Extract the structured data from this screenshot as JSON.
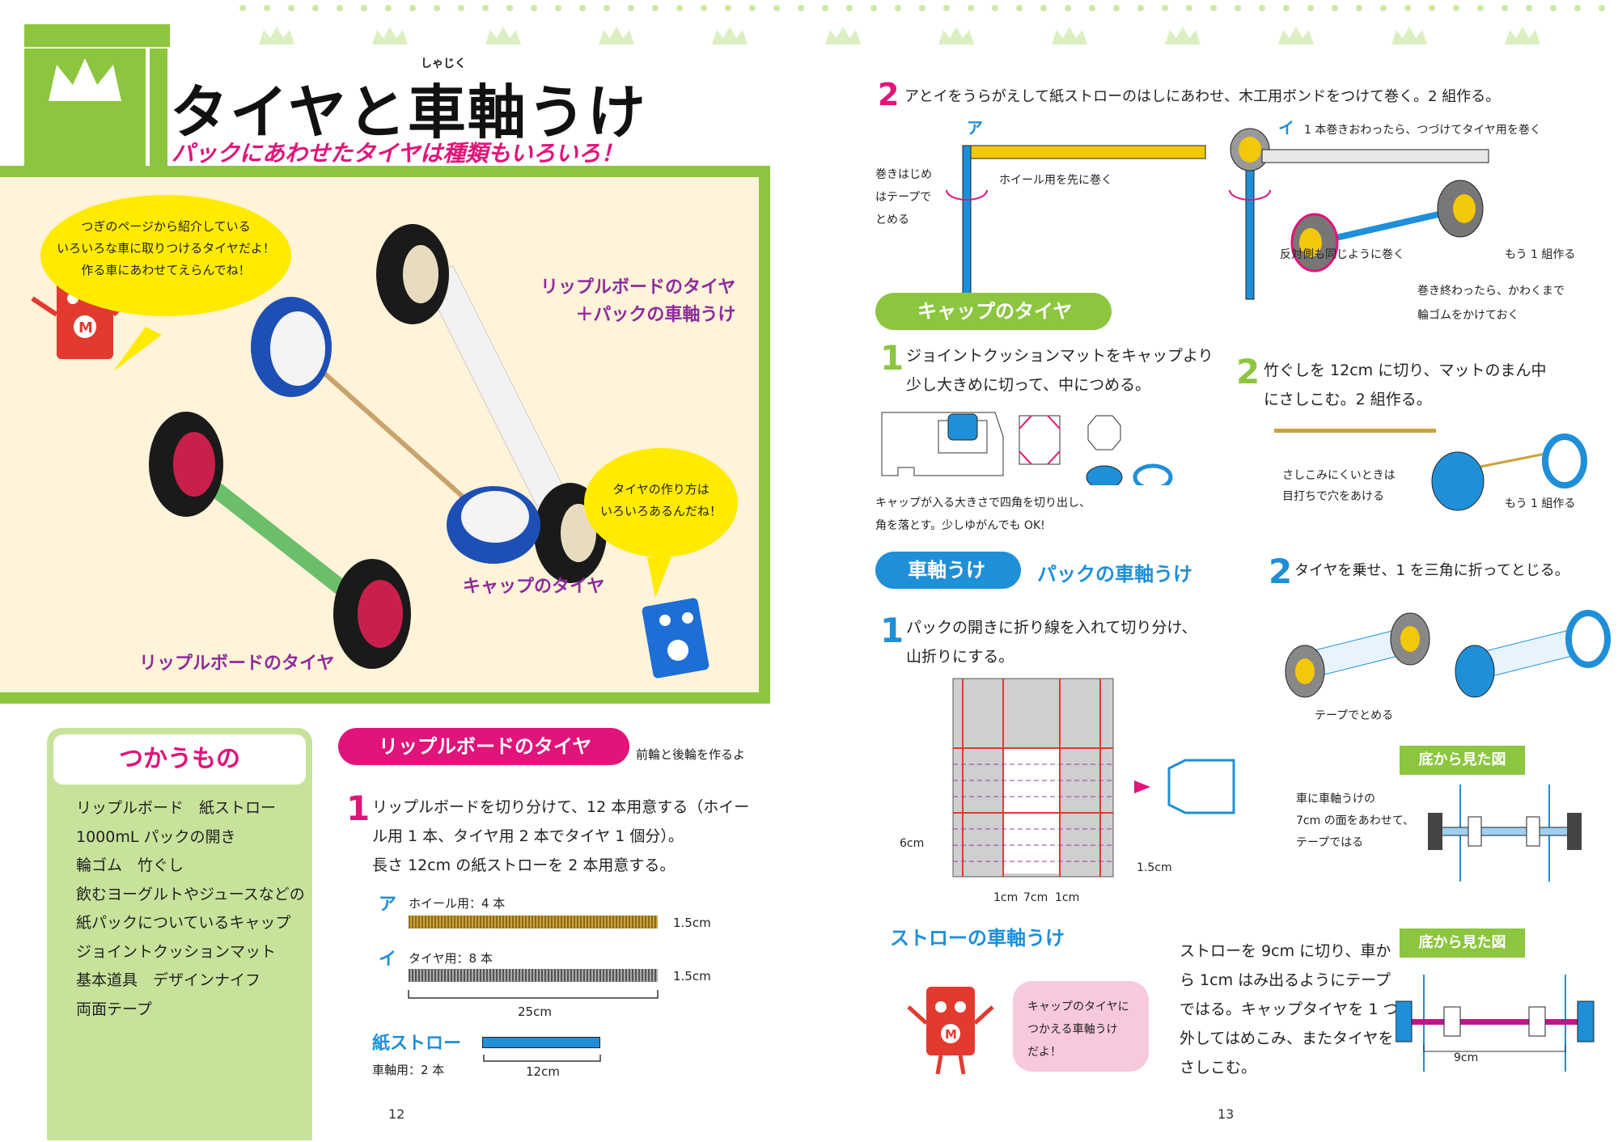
{
  "left": {
    "title": "タイヤと車軸うけ",
    "title_ruby": "しゃじく",
    "subtitle": "パックにあわせたタイヤは種類もいろいろ！",
    "bubble1": [
      "つぎのページから紹介している",
      "いろいろな車に取りつけるタイヤだよ！",
      "作る車にあわせてえらんでね！"
    ],
    "bubble2": [
      "タイヤの作り方は",
      "いろいろあるんだね！"
    ],
    "label_ripple_pack": [
      "リップルボードのタイヤ",
      "＋パックの車軸うけ"
    ],
    "label_cap": "キャップのタイヤ",
    "label_ripple": "リップルボードのタイヤ",
    "materials_title": "つかうもの",
    "materials": [
      "リップルボード　紙ストロー",
      "1000mL パックの開き",
      "輪ゴム　竹ぐし",
      "飲むヨーグルトやジュースなどの",
      "紙パックについているキャップ",
      "ジョイントクッションマット",
      "基本道具　デザインナイフ",
      "両面テープ"
    ],
    "section_ripple": "リップルボードのタイヤ",
    "section_ripple_note": "前輪と後輪を作るよ",
    "step1_lines": [
      "リップルボードを切り分けて、12 本用意する（ホイー",
      "ル用 1 本、タイヤ用 2 本でタイヤ 1 個分）。",
      "長さ 12cm の紙ストローを 2 本用意する。"
    ],
    "a_mark": "ア",
    "a_text": "ホイール用：4 本",
    "a_size": "1.5cm",
    "i_mark": "イ",
    "i_text": "タイヤ用：8 本",
    "i_size": "1.5cm",
    "length_25": "25cm",
    "straw_title": "紙ストロー",
    "straw_text": "車軸用：2 本",
    "length_12": "12cm",
    "page_no": "12"
  },
  "right": {
    "step2_text": "アとイをうらがえして紙ストローのはしにあわせ、木工用ボンドをつけて巻く。2 組作る。",
    "a_mark": "ア",
    "i_mark": "イ",
    "roll_start": [
      "巻きはじめ",
      "はテープで",
      "とめる"
    ],
    "wheel_first": "ホイール用を先に巻く",
    "i_note": "1 本巻きおわったら、つづけてタイヤ用を巻く",
    "opposite": "反対側も同じように巻く",
    "one_more": "もう 1 組作る",
    "after_roll": [
      "巻き終わったら、かわくまで",
      "輪ゴムをかけておく"
    ],
    "cap_section": "キャップのタイヤ",
    "cap_step1": [
      "ジョイントクッションマットをキャップより",
      "少し大きめに切って、中につめる。"
    ],
    "cap_note": [
      "キャップが入る大きさで四角を切り出し、",
      "角を落とす。少しゆがんでも OK!"
    ],
    "cap_step2": [
      "竹ぐしを 12cm に切り、マットのまん中",
      "にさしこむ。2 組作る。"
    ],
    "hard_note": [
      "さしこみにくいときは",
      "目打ちで穴をあける"
    ],
    "one_more2": "もう 1 組作る",
    "axle_tag": "車軸うけ",
    "pack_section": "パックの車軸うけ",
    "pack_step1": [
      "パックの開きに折り線を入れて切り分け、",
      "山折りにする。"
    ],
    "dim_6": "6cm",
    "dim_15": "1.5cm",
    "dim_1a": "1cm",
    "dim_7": "7cm",
    "dim_1b": "1cm",
    "pack_step2": "タイヤを乗せ、1 を三角に折ってとじる。",
    "tape_note": "テープでとめる",
    "bottom_view": "底から見た図",
    "bottom_note": [
      "車に車軸うけの",
      "7cm の面をあわせて、",
      "テープではる"
    ],
    "straw_section": "ストローの車軸うけ",
    "straw_text": [
      "ストローを 9cm に切り、車か",
      "ら 1cm はみ出るようにテープ",
      "ではる。キャップタイヤを 1 つ",
      "外してはめこみ、またタイヤを",
      "さしこむ。"
    ],
    "bottom_view2": "底から見た図",
    "dim_9": "9cm",
    "speech": [
      "キャップのタイヤに",
      "つかえる車軸うけ",
      "だよ！"
    ],
    "page_no": "13"
  },
  "colors": {
    "green": "#8cc63f",
    "pink": "#e0147a",
    "blue": "#1f8fd8",
    "purple": "#8e2b9b",
    "yellow": "#ffeb00"
  }
}
